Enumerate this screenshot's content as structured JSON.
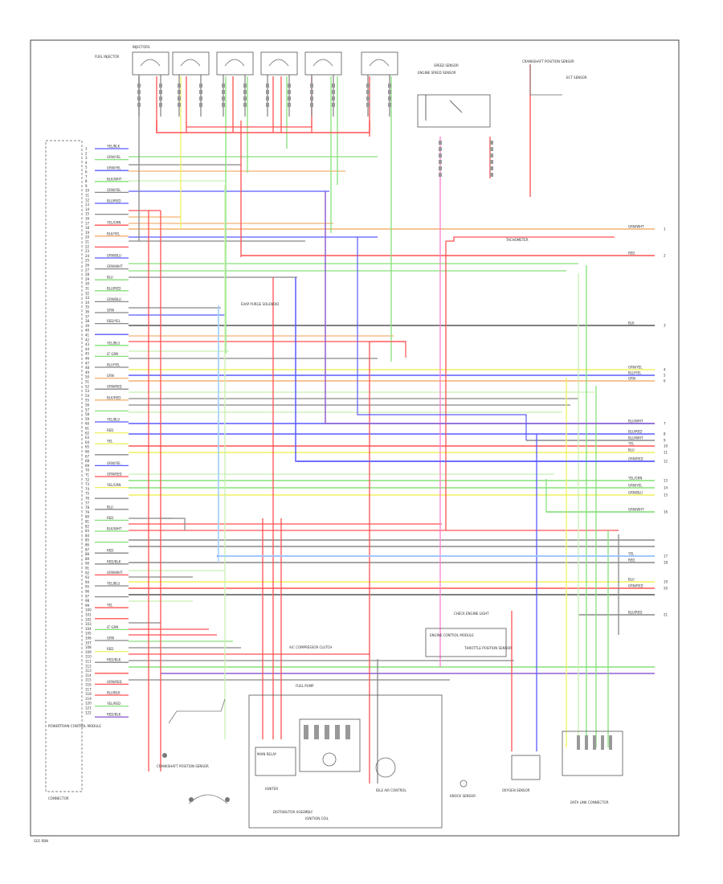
{
  "diagram": {
    "pin_labels": [
      "1",
      "2",
      "3",
      "4",
      "5",
      "6",
      "7",
      "8",
      "9",
      "10",
      "11",
      "12",
      "13",
      "14",
      "15",
      "16",
      "17",
      "18",
      "19",
      "20",
      "21",
      "22",
      "23",
      "24",
      "25",
      "26",
      "27",
      "28",
      "29",
      "30",
      "31",
      "32",
      "33",
      "34",
      "35",
      "36",
      "37",
      "38",
      "39",
      "40",
      "41",
      "42",
      "43",
      "44",
      "45",
      "46",
      "47",
      "48",
      "49",
      "50",
      "51",
      "52",
      "53",
      "54",
      "55",
      "56",
      "57",
      "58",
      "59",
      "60",
      "61",
      "62",
      "63",
      "64",
      "65",
      "66",
      "67",
      "68",
      "69",
      "70",
      "71",
      "72",
      "73",
      "74",
      "75",
      "76",
      "77",
      "78",
      "79",
      "80",
      "81",
      "82",
      "83",
      "84",
      "85",
      "86",
      "87",
      "88",
      "89",
      "90",
      "91",
      "92",
      "93",
      "94",
      "95",
      "96",
      "97",
      "98",
      "99",
      "100",
      "101",
      "102",
      "103",
      "104",
      "105",
      "106",
      "107",
      "108",
      "109",
      "110",
      "111",
      "112",
      "113",
      "114",
      "115",
      "116",
      "117",
      "118",
      "119",
      "120",
      "121",
      "122"
    ],
    "left_wire_labels": [
      "YEL/BLK",
      "GRN/YEL",
      "GRN/YEL",
      "BLK/WHT",
      "GRN/YEL",
      "BLU/RED",
      "",
      "YEL/GRN",
      "BLK/YEL",
      "",
      "GRN/BLU",
      "GRN/WHT",
      "BLU",
      "BLU/RED",
      "GRN/BLU",
      "GRN",
      "RED/YEL",
      "",
      "YEL/BLU",
      "LT GRN",
      "BLU/YEL",
      "GRN",
      "GRN/RED",
      "BLK/RED",
      "",
      "YEL/BLU",
      "RED",
      "YEL",
      "",
      "GRN/YEL",
      "GRN/RED",
      "YEL/GRN",
      "",
      "BLU",
      "RED",
      "BLK/WHT",
      "",
      "RED",
      "RED/BLK",
      "GRN/WHT",
      "YEL/BLU",
      "",
      "YEL",
      "",
      "LT GRN",
      "GRN",
      "RED",
      "RED/BLK",
      "",
      "GRN/RED",
      "BLU/BLK",
      "YEL/RED",
      "RED/BLK"
    ],
    "right_wire_labels": [
      "GRN/WHT",
      "RED",
      "BLK",
      "GRN/YEL",
      "BLU/YEL",
      "GRN",
      "BLU/WHT",
      "BLU/RED",
      "BLU/WHT",
      "YEL",
      "BLU",
      "GRN/RED",
      "YEL/GRN",
      "GRN/YEL",
      "GRN/BLU",
      "GRN/WHT",
      "YEL",
      "RED",
      "BLU",
      "GRN/RED",
      "BLU/RED"
    ],
    "right_pin_numbers": [
      "1",
      "2",
      "3",
      "4",
      "5",
      "6",
      "7",
      "8",
      "9",
      "10",
      "11",
      "12",
      "13",
      "14",
      "15",
      "16",
      "17",
      "18",
      "19",
      "20",
      "21"
    ],
    "top_component_labels": [
      "INJECTORS",
      "",
      "",
      "",
      "",
      ""
    ],
    "top_left_caption": "FUEL INJECTOR",
    "sensor_caption": "CRANKSHAFT POSITION SENSOR",
    "switch_caption": "SPEED SENSOR",
    "switch_note": "ENGINE SPEED SENSOR",
    "ecm_label": "ENGINE CONTROL MODULE",
    "left_box_label": "POWERTRAIN CONTROL MODULE",
    "bottom_left_title": "CONNECTOR",
    "distributor_label": "DISTRIBUTOR ASSEMBLY",
    "distributor_sub": "IGNITION COIL",
    "ignitor_label": "IGNITER",
    "main_relay_label": "MAIN RELAY",
    "tps_label": "THROTTLE POSITION SENSOR",
    "iac_label": "IDLE AIR CONTROL",
    "data_link_label": "DATA LINK CONNECTOR",
    "o2_label": "OXYGEN SENSOR",
    "ect_label": "ECT SENSOR",
    "footer_code": "G01 RBN",
    "mid_notes": [
      "EVAP PURGE SOLENOID",
      "A/C COMPRESSOR CLUTCH",
      "FUEL PUMP",
      "TACHOMETER",
      "CHECK ENGINE LIGHT",
      "KNOCK SENSOR"
    ],
    "colors": {
      "red": "#ff5252",
      "yellow": "#f0f060",
      "green": "#86e07a",
      "blue": "#5a5aff",
      "orange": "#f4b070",
      "gray": "#888888",
      "dark": "#555555",
      "pink": "#ff80d0",
      "purple": "#9060d0",
      "light_green": "#c8f0b0",
      "light_blue": "#9fd0ff"
    }
  }
}
